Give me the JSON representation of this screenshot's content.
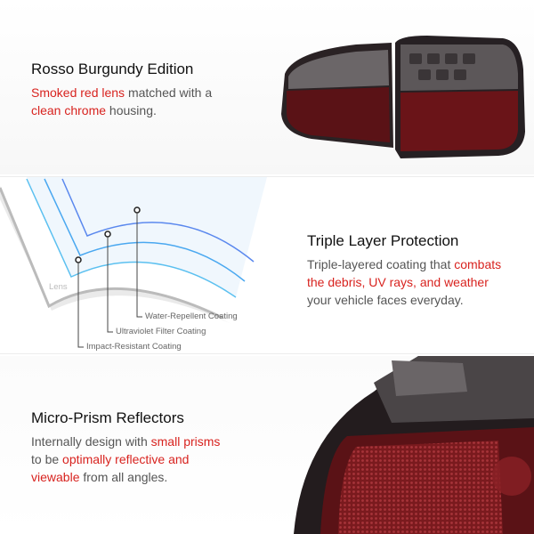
{
  "sections": [
    {
      "title": "Rosso Burgundy Edition",
      "desc": [
        {
          "t": "Smoked red lens",
          "red": true
        },
        {
          "t": " matched with a ",
          "red": false
        },
        {
          "t": "clean chrome",
          "red": true
        },
        {
          "t": " housing.",
          "red": false
        }
      ]
    },
    {
      "title": "Triple Layer Protection",
      "desc": [
        {
          "t": "Triple-layered coating that ",
          "red": false
        },
        {
          "t": "combats the debris, UV rays, and weather",
          "red": true
        },
        {
          "t": " your vehicle faces everyday.",
          "red": false
        }
      ],
      "diagram": {
        "lens": "Lens",
        "layers": [
          "Water-Repellent Coating",
          "Ultraviolet Filter Coating",
          "Impact-Resistant Coating"
        ]
      }
    },
    {
      "title": "Micro-Prism Reflectors",
      "desc": [
        {
          "t": "Internally design with ",
          "red": false
        },
        {
          "t": "small prisms",
          "red": true
        },
        {
          "t": " to be ",
          "red": false
        },
        {
          "t": "optimally reflective and viewable",
          "red": true
        },
        {
          "t": " from all angles.",
          "red": false
        }
      ]
    }
  ],
  "colors": {
    "accent": "#d8231f"
  }
}
